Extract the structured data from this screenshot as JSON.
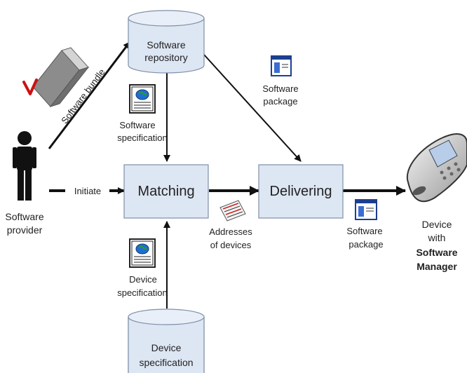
{
  "nodes": {
    "software_repository": [
      "Software",
      "repository"
    ],
    "matching": "Matching",
    "delivering": "Delivering",
    "device_specification_db": [
      "Device",
      "specification"
    ]
  },
  "actors": {
    "software_provider": [
      "Software",
      "provider"
    ],
    "device": {
      "line1": "Device",
      "line2": "with",
      "line3": "Software",
      "line4": "Manager"
    }
  },
  "labels": {
    "software_bundle": "Software bundle",
    "initiate": "Initiate",
    "software_specification": [
      "Software",
      "specification"
    ],
    "software_package_top": [
      "Software",
      "package"
    ],
    "addresses_of_devices": [
      "Addresses",
      "of devices"
    ],
    "software_package_right": [
      "Software",
      "package"
    ],
    "device_specification_doc": [
      "Device",
      "specification"
    ]
  },
  "icons": {
    "bundle": "software-bundle-box-icon",
    "provider": "person-icon",
    "spec_doc": "document-globe-icon",
    "package": "software-package-window-icon",
    "addresses": "address-list-icon",
    "device": "mobile-phone-icon"
  },
  "colors": {
    "box_fill": "#dde6f3",
    "box_stroke": "#7f8fa8",
    "arrow": "#111111",
    "check_mark": "#cc1111"
  }
}
